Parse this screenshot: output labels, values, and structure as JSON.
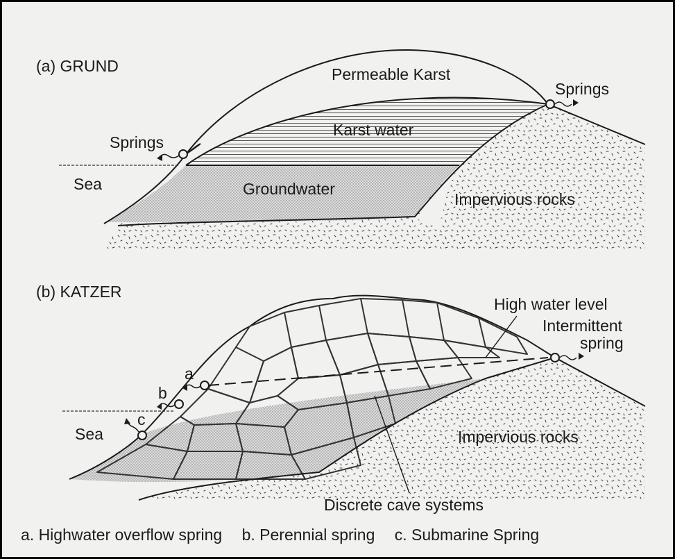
{
  "panel_a": {
    "title": "(a) GRUND",
    "labels": {
      "permeable_karst": "Permeable Karst",
      "karst_water": "Karst water",
      "groundwater": "Groundwater",
      "impervious_rocks": "Impervious rocks",
      "springs_left": "Springs",
      "springs_right": "Springs",
      "sea": "Sea"
    }
  },
  "panel_b": {
    "title": "(b) KATZER",
    "labels": {
      "high_water_level": "High water level",
      "intermittent_spring_line1": "Intermittent",
      "intermittent_spring_line2": "spring",
      "impervious_rocks": "Impervious rocks",
      "sea": "Sea",
      "discrete_cave_systems": "Discrete cave systems",
      "marker_a": "a",
      "marker_b": "b",
      "marker_c": "c"
    }
  },
  "legend": {
    "a": "a. Highwater overflow spring",
    "b": "b. Perennial spring",
    "c": "c. Submarine Spring"
  },
  "colors": {
    "ink": "#1b1b1b",
    "paper": "#f1f1ef",
    "water_fill": "#d9d9d9"
  }
}
